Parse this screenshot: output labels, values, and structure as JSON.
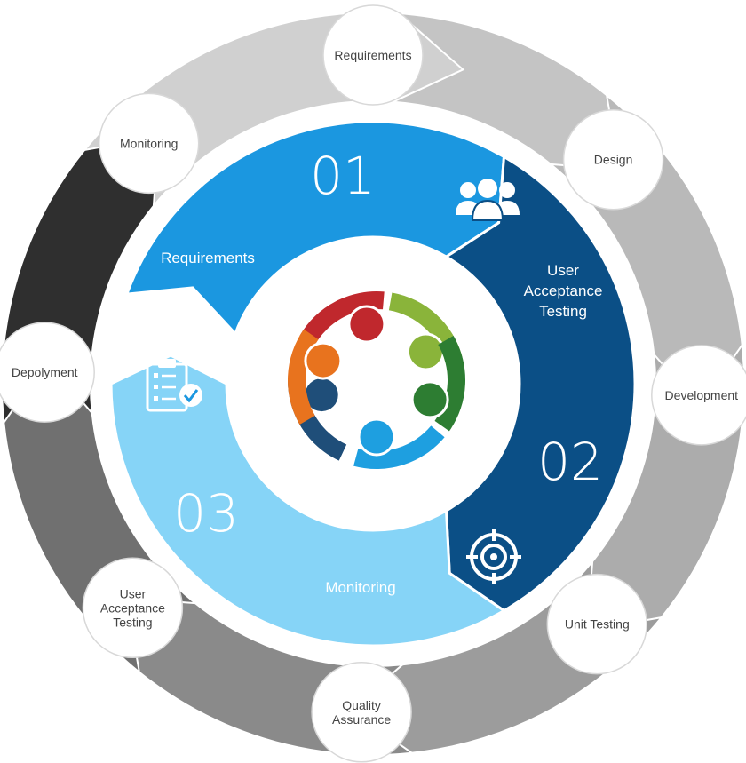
{
  "outer_cycle": {
    "steps": [
      {
        "label": "Requirements",
        "arrow_color": "#c4c4c4"
      },
      {
        "label": "Design",
        "arrow_color": "#b9b9b9"
      },
      {
        "label": "Development",
        "arrow_color": "#acacac"
      },
      {
        "label": "Unit Testing",
        "arrow_color": "#9c9c9c"
      },
      {
        "label": "Quality Assurance",
        "arrow_color": "#8a8a8a"
      },
      {
        "label": "User Acceptance Testing",
        "arrow_color": "#707070"
      },
      {
        "label": "Depolyment",
        "arrow_color": "#2f2f2f"
      },
      {
        "label": "Monitoring",
        "arrow_color": "#d0d0d0"
      }
    ]
  },
  "inner_cycle": {
    "segments": [
      {
        "number": "01",
        "label": "Requirements",
        "color": "#1b97e0",
        "icon": "clipboard-check-icon"
      },
      {
        "number": "02",
        "label": "User Acceptance Testing",
        "color": "#0b4f86",
        "icon": "users-group-icon"
      },
      {
        "number": "03",
        "label": "Monitoring",
        "color": "#86d4f7",
        "icon": "target-icon"
      }
    ]
  },
  "center": {
    "icon": "team-circle-icon",
    "colors": [
      "#c0282d",
      "#8ab43a",
      "#2d7d32",
      "#1e9fe0",
      "#1f4e79",
      "#e8731e"
    ]
  }
}
